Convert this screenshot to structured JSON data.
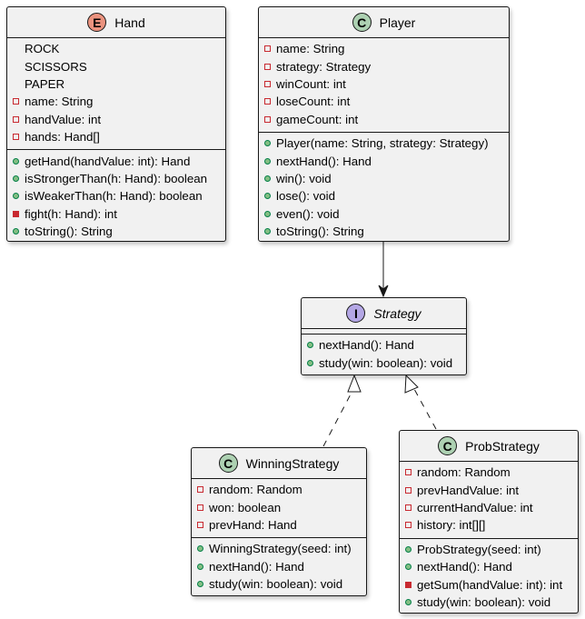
{
  "colors": {
    "border": "#181818",
    "box_fill": "#f1f1f1",
    "enum_badge": "#eb937f",
    "class_badge": "#add1b2",
    "interface_badge": "#b4a7e5",
    "private_marker": "#c82930",
    "public_marker": "#84be84"
  },
  "classes": {
    "hand": {
      "badge": "E",
      "name": "Hand",
      "fields": [
        {
          "vis": "none",
          "text": "ROCK"
        },
        {
          "vis": "none",
          "text": "SCISSORS"
        },
        {
          "vis": "none",
          "text": "PAPER"
        },
        {
          "vis": "private",
          "text": "name: String"
        },
        {
          "vis": "private",
          "text": "handValue: int"
        },
        {
          "vis": "private",
          "text": "hands: Hand[]"
        }
      ],
      "methods": [
        {
          "vis": "public",
          "text": "getHand(handValue: int): Hand"
        },
        {
          "vis": "public",
          "text": "isStrongerThan(h: Hand): boolean"
        },
        {
          "vis": "public",
          "text": "isWeakerThan(h: Hand): boolean"
        },
        {
          "vis": "private-method",
          "text": "fight(h: Hand): int"
        },
        {
          "vis": "public",
          "text": "toString(): String"
        }
      ]
    },
    "player": {
      "badge": "C",
      "name": "Player",
      "fields": [
        {
          "vis": "private",
          "text": "name: String"
        },
        {
          "vis": "private",
          "text": "strategy: Strategy"
        },
        {
          "vis": "private",
          "text": "winCount: int"
        },
        {
          "vis": "private",
          "text": "loseCount: int"
        },
        {
          "vis": "private",
          "text": "gameCount: int"
        }
      ],
      "methods": [
        {
          "vis": "public",
          "text": "Player(name: String, strategy: Strategy)"
        },
        {
          "vis": "public",
          "text": "nextHand(): Hand"
        },
        {
          "vis": "public",
          "text": "win(): void"
        },
        {
          "vis": "public",
          "text": "lose(): void"
        },
        {
          "vis": "public",
          "text": "even(): void"
        },
        {
          "vis": "public",
          "text": "toString(): String"
        }
      ]
    },
    "strategy": {
      "badge": "I",
      "name": "Strategy",
      "fields": [],
      "methods": [
        {
          "vis": "public",
          "text": "nextHand(): Hand"
        },
        {
          "vis": "public",
          "text": "study(win: boolean): void"
        }
      ]
    },
    "winning": {
      "badge": "C",
      "name": "WinningStrategy",
      "fields": [
        {
          "vis": "private",
          "text": "random: Random"
        },
        {
          "vis": "private",
          "text": "won: boolean"
        },
        {
          "vis": "private",
          "text": "prevHand: Hand"
        }
      ],
      "methods": [
        {
          "vis": "public",
          "text": "WinningStrategy(seed: int)"
        },
        {
          "vis": "public",
          "text": "nextHand(): Hand"
        },
        {
          "vis": "public",
          "text": "study(win: boolean): void"
        }
      ]
    },
    "prob": {
      "badge": "C",
      "name": "ProbStrategy",
      "fields": [
        {
          "vis": "private",
          "text": "random: Random"
        },
        {
          "vis": "private",
          "text": "prevHandValue: int"
        },
        {
          "vis": "private",
          "text": "currentHandValue: int"
        },
        {
          "vis": "private",
          "text": "history: int[][]"
        }
      ],
      "methods": [
        {
          "vis": "public",
          "text": "ProbStrategy(seed: int)"
        },
        {
          "vis": "public",
          "text": "nextHand(): Hand"
        },
        {
          "vis": "private-method",
          "text": "getSum(handValue: int): int"
        },
        {
          "vis": "public",
          "text": "study(win: boolean): void"
        }
      ]
    }
  },
  "relations": [
    {
      "from": "player",
      "to": "strategy",
      "kind": "association"
    },
    {
      "from": "winning",
      "to": "strategy",
      "kind": "realization"
    },
    {
      "from": "prob",
      "to": "strategy",
      "kind": "realization"
    }
  ]
}
